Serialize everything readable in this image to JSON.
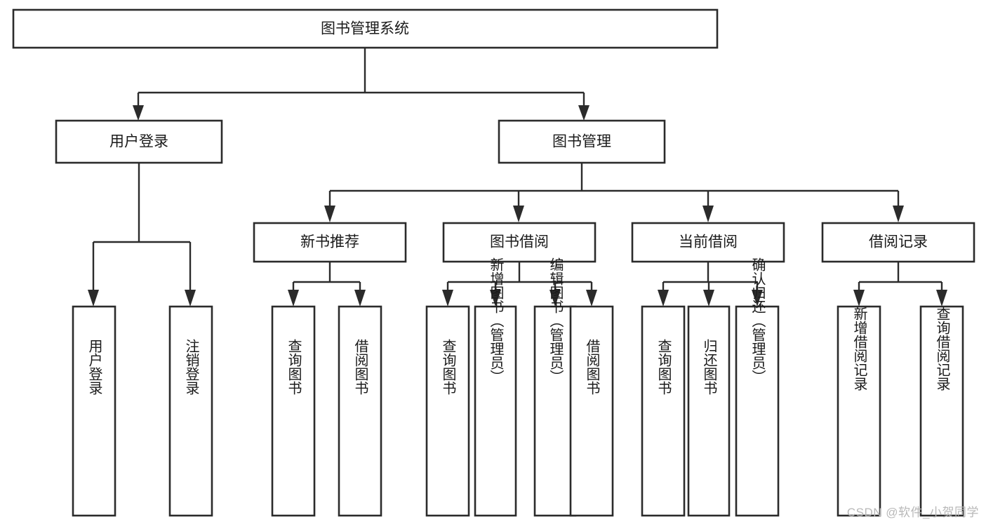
{
  "diagram": {
    "title": "图书管理系统",
    "type": "tree-hierarchy-chart",
    "root": {
      "id": "root",
      "label": "图书管理系统",
      "level": 1
    },
    "level2": [
      {
        "id": "user-login",
        "label": "用户登录"
      },
      {
        "id": "book-management",
        "label": "图书管理"
      }
    ],
    "level3": [
      {
        "id": "new-book-recommend",
        "label": "新书推荐",
        "parent": "book-management"
      },
      {
        "id": "book-borrow",
        "label": "图书借阅",
        "parent": "book-management"
      },
      {
        "id": "current-borrow",
        "label": "当前借阅",
        "parent": "book-management"
      },
      {
        "id": "borrow-record",
        "label": "借阅记录",
        "parent": "book-management"
      }
    ],
    "leaves": [
      {
        "id": "leaf-user-login",
        "label": "用户登录",
        "parent": "user-login"
      },
      {
        "id": "leaf-logout-login",
        "label": "注销登录",
        "parent": "user-login"
      },
      {
        "id": "leaf-query-book-1",
        "label": "查询图书",
        "parent": "new-book-recommend"
      },
      {
        "id": "leaf-borrow-book-1",
        "label": "借阅图书",
        "parent": "new-book-recommend"
      },
      {
        "id": "leaf-query-book-2",
        "label": "查询图书",
        "parent": "book-borrow"
      },
      {
        "id": "leaf-add-book",
        "label": "新增图书（管理员）",
        "parent": "book-borrow"
      },
      {
        "id": "leaf-edit-book",
        "label": "编辑图书（管理员）",
        "parent": "book-borrow"
      },
      {
        "id": "leaf-borrow-book-2",
        "label": "借阅图书",
        "parent": "book-borrow"
      },
      {
        "id": "leaf-query-book-3",
        "label": "查询图书",
        "parent": "current-borrow"
      },
      {
        "id": "leaf-return-book",
        "label": "归还图书",
        "parent": "current-borrow"
      },
      {
        "id": "leaf-confirm-return",
        "label": "确认归还（管理员）",
        "parent": "current-borrow"
      },
      {
        "id": "leaf-add-record",
        "label": "新增借阅记录",
        "parent": "borrow-record"
      },
      {
        "id": "leaf-query-record",
        "label": "查询借阅记录",
        "parent": "borrow-record"
      }
    ],
    "colors": {
      "stroke": "#2b2b2b",
      "fill": "#ffffff",
      "text": "#1a1a1a",
      "watermark": "#b8b8b8"
    }
  },
  "watermark": {
    "text": "CSDN @软件_小贺同学"
  }
}
